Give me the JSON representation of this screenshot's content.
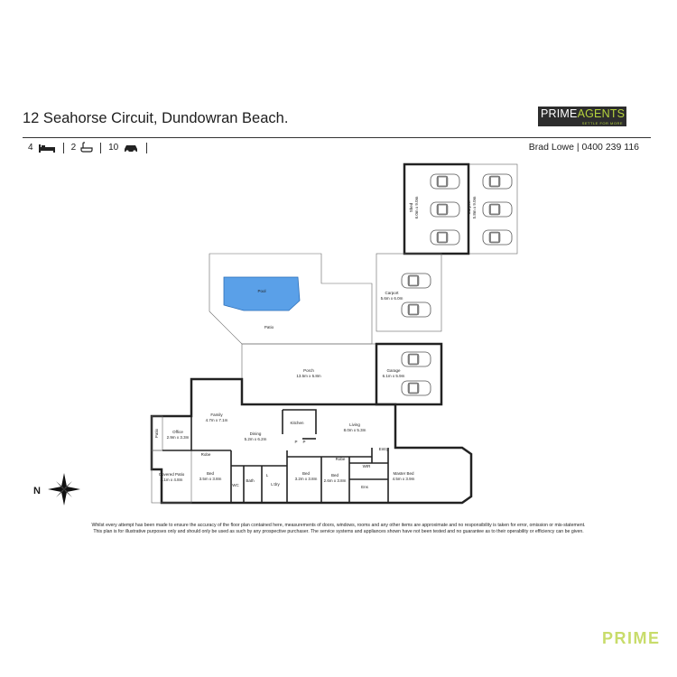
{
  "header": {
    "address": "12 Seahorse Circuit, Dundowran Beach.",
    "logo_part1": "PRIME",
    "logo_part2": "AGENTS",
    "logo_tagline": "SETTLE FOR MORE"
  },
  "stats": {
    "beds": "4",
    "baths": "2",
    "cars": "10"
  },
  "agent": {
    "name_phone": "Brad Lowe | 0400 239 116"
  },
  "compass": {
    "north": "N"
  },
  "rooms": {
    "pool": "Pool",
    "patio": "Patio",
    "shed_name": "Shed",
    "shed_size": "6.0m x 9.0m",
    "carport1_name": "Carport",
    "carport1_size": "5.8m x 9.0m",
    "carport2_name": "Carport",
    "carport2_size": "5.6m x 6.0m",
    "porch_name": "Porch",
    "porch_size": "13.5m x 5.8m",
    "garage_name": "Garage",
    "garage_size": "6.1m x 5.9m",
    "family_name": "Family",
    "family_size": "4.7m x 7.1m",
    "dining_name": "Dining",
    "dining_size": "5.2m x 6.2m",
    "kitchen": "Kitchen",
    "living_name": "Living",
    "living_size": "8.0m x 5.3m",
    "office_name": "Office",
    "office_size": "2.9m x 3.3m",
    "side_patio": "Patio",
    "covered_patio_name": "Covered Patio",
    "covered_patio_size": "4.1m x 4.8m",
    "bed1_name": "Bed",
    "bed1_size": "3.5m x 3.8m",
    "bed2_name": "Bed",
    "bed2_size": "3.2m x 3.8m",
    "bed3_name": "Bed",
    "bed3_size": "2.6m x 3.8m",
    "master_name": "Master Bed",
    "master_size": "4.5m x 3.9m",
    "robe1": "Robe",
    "robe2": "Robe",
    "wc": "WC",
    "bath": "Bath",
    "ldry": "L'dry",
    "wir": "WIR",
    "ens": "Ens",
    "entry": "Entry",
    "p1": "P",
    "p2": "P",
    "l": "L"
  },
  "disclaimer": {
    "line1": "Whilst every attempt has been made to ensure the accuracy of the floor plan contained here, measurements of doors, windows, rooms and any other items are approximate and no responsibility is taken for error, omission  or mis-statement.",
    "line2": "This plan is for illustrative purposes only and should only be used as such by any prospective purchaser. The service systems and appliances shown have not been tested and no guarantee as to their operability or efficiency can be given."
  },
  "brand_mark": "PRIME",
  "colors": {
    "pool": "#5aa0e8",
    "wall": "#222222",
    "car_outline": "#555555",
    "brand_green": "#b5d33d"
  }
}
